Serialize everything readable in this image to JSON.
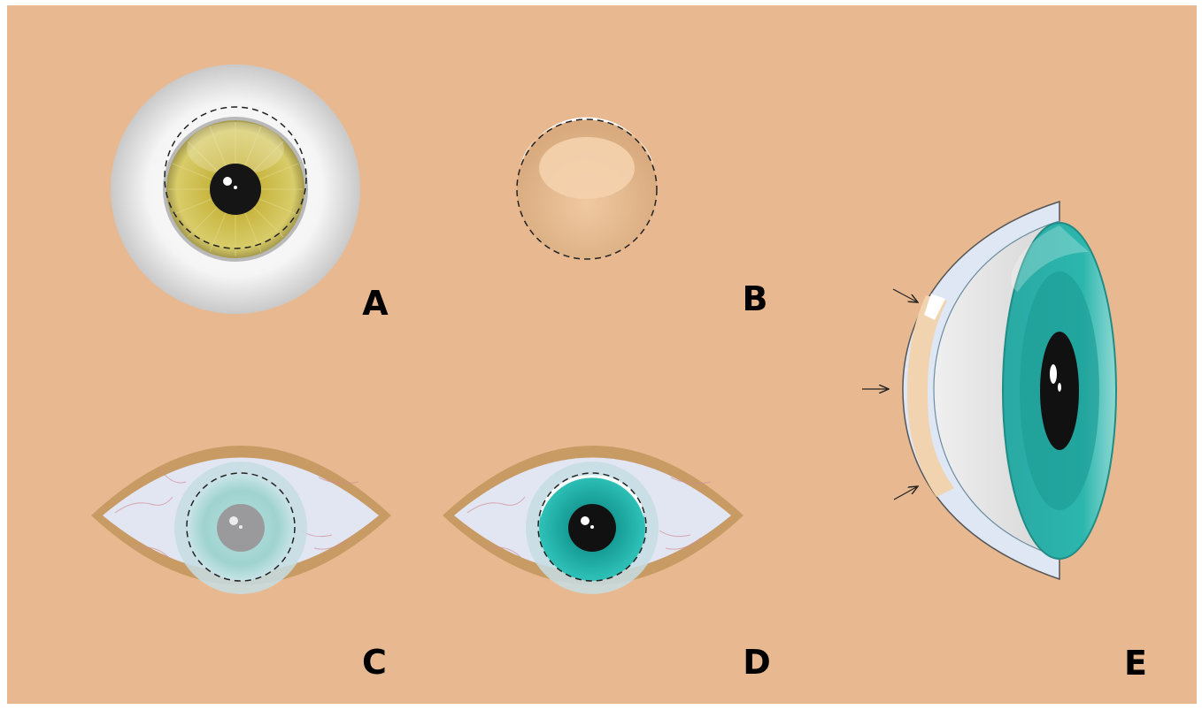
{
  "panels": {
    "a": {
      "label": "A"
    },
    "b": {
      "label": "B"
    },
    "c": {
      "label": "C"
    },
    "d": {
      "label": "D"
    },
    "e": {
      "label": "E"
    }
  },
  "colors": {
    "background": "#e8b990",
    "sclera": "#f4f4f4",
    "iris_yellow": "#c9b742",
    "iris_teal": "#2aa9a3",
    "iris_teal_pale": "#9fd3d0",
    "pupil": "#151515",
    "eyelid": "#c89b64",
    "graft_tissue": "#f1d3b0",
    "dashed_outline": "#222222"
  },
  "icons": [
    "eyeball-front-icon",
    "donor-graft-icon",
    "cloudy-eye-icon",
    "grafted-eye-icon",
    "eye-side-section-icon",
    "arrow-icon"
  ]
}
